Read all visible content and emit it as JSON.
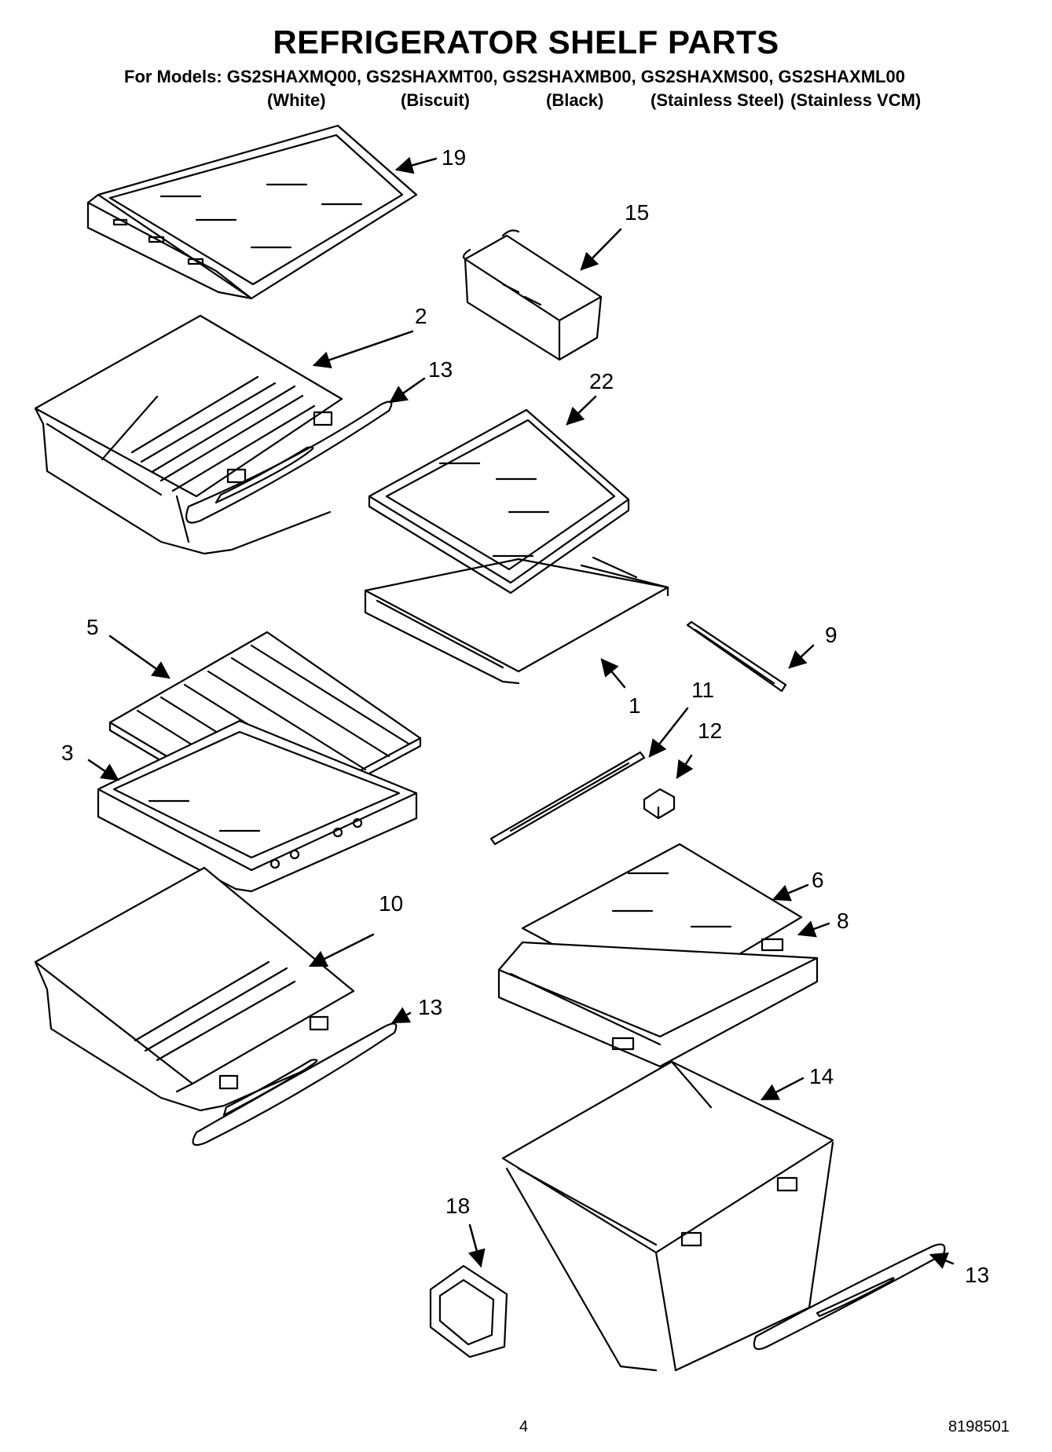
{
  "title": "REFRIGERATOR SHELF PARTS",
  "models_line": "For Models: GS2SHAXMQ00, GS2SHAXMT00, GS2SHAXMB00, GS2SHAXMS00, GS2SHAXML00",
  "finishes": [
    "(White)",
    "(Biscuit)",
    "(Black)",
    "(Stainless Steel)",
    "(Stainless VCM)"
  ],
  "callouts": [
    "19",
    "15",
    "2",
    "13",
    "22",
    "5",
    "9",
    "1",
    "11",
    "3",
    "12",
    "6",
    "10",
    "8",
    "13",
    "14",
    "18",
    "13"
  ],
  "footer": {
    "page_number": "4",
    "doc_number": "8198501"
  }
}
